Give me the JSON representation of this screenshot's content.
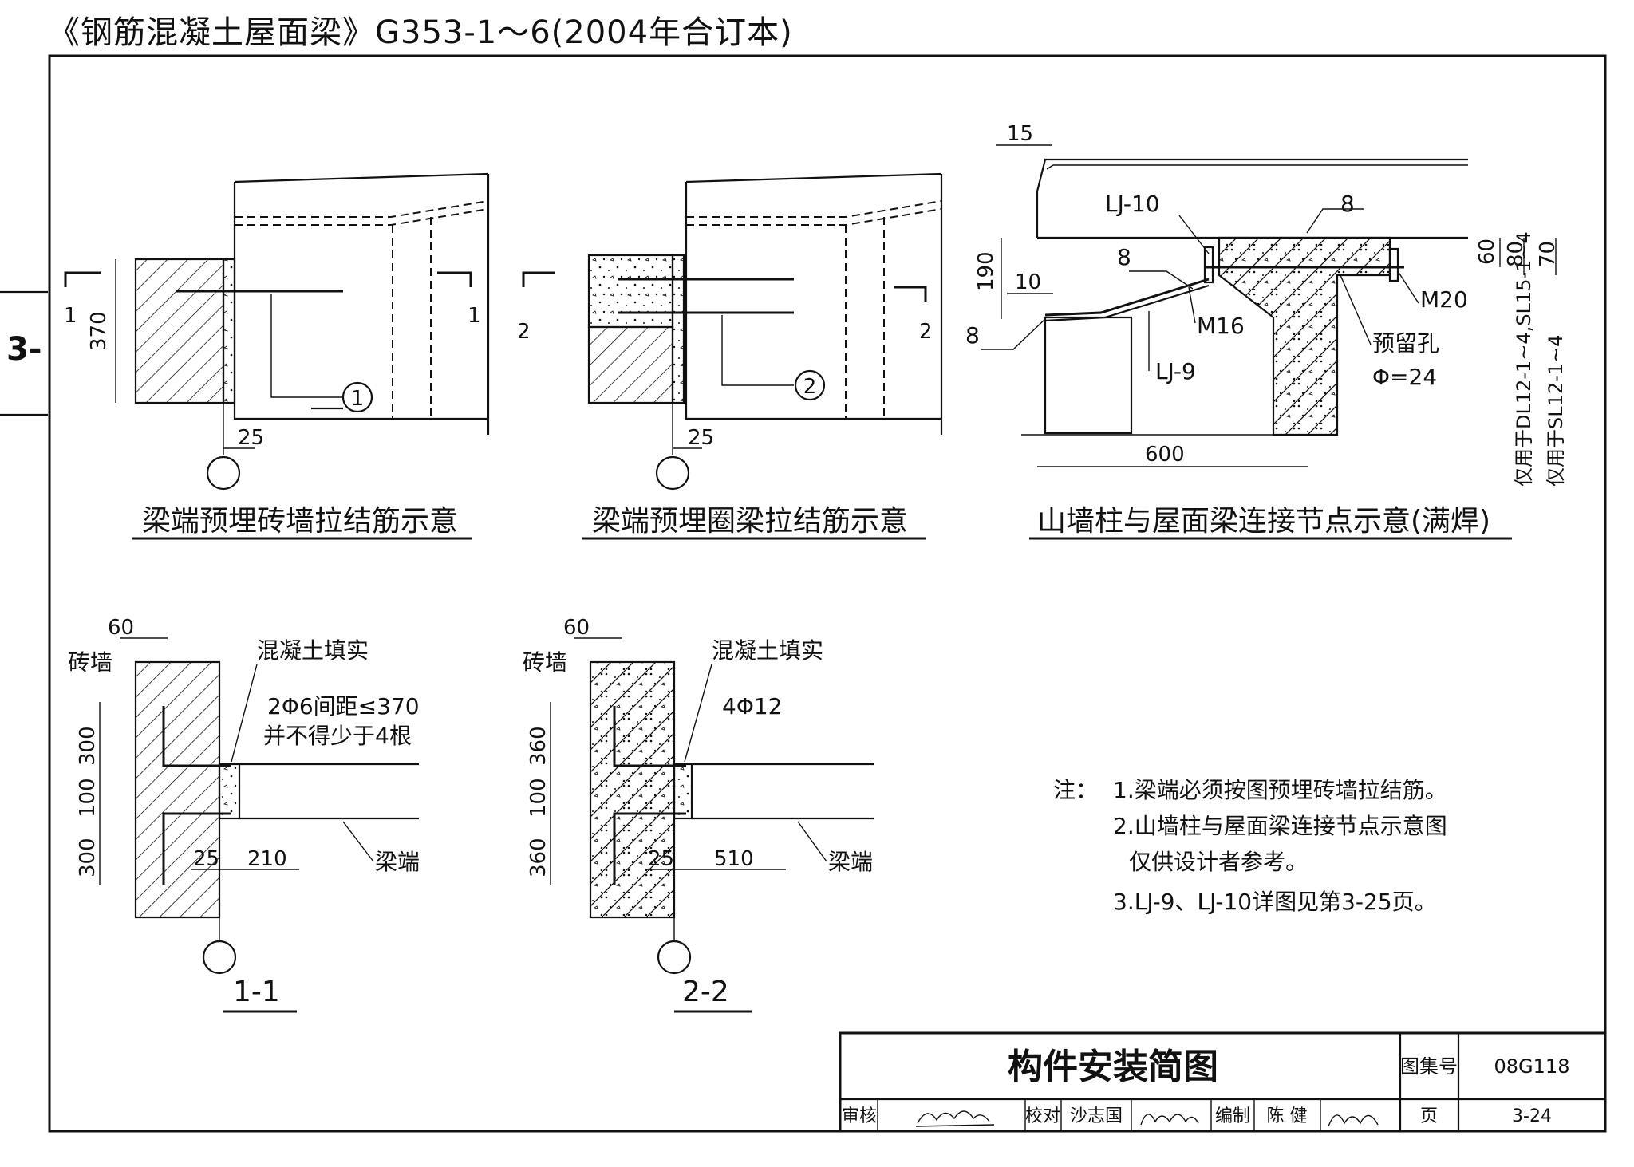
{
  "header": {
    "title": "《钢筋混凝土屋面梁》G353-1～6(2004年合订本)",
    "margin_label": "3-"
  },
  "detail_a": {
    "caption": "梁端预埋砖墙拉结筋示意",
    "section_mark": "1",
    "callout": "1",
    "dim_370": "370",
    "dim_25": "25"
  },
  "detail_b": {
    "caption": "梁端预埋圈梁拉结筋示意",
    "section_mark": "2",
    "callout": "2",
    "dim_25": "25"
  },
  "detail_c": {
    "caption": "山墙柱与屋面梁连接节点示意(满焊)",
    "dim_15": "15",
    "dim_190": "190",
    "dim_10": "10",
    "dim_600": "600",
    "dim_60": "60",
    "dim_80": "80",
    "dim_70": "70",
    "weld_8_top": "8",
    "weld_8_mid": "8",
    "weld_8_left": "8",
    "lj10": "LJ-10",
    "lj9": "LJ-9",
    "m16": "M16",
    "m20": "M20",
    "hole": "预留孔",
    "hole_dia": "Φ=24",
    "use_note_1": "仅用于DL12-1~4,SL15-1~4",
    "use_note_2": "仅用于SL12-1~4"
  },
  "section_1_1": {
    "caption": "1-1",
    "dim_60": "60",
    "wall": "砖墙",
    "fill": "混凝土填实",
    "rebar": "2Φ6间距≤370",
    "rebar_note": "并不得少于4根",
    "dim_300a": "300",
    "dim_100": "100",
    "dim_300b": "300",
    "dim_25": "25",
    "dim_210": "210",
    "beam_end": "梁端"
  },
  "section_2_2": {
    "caption": "2-2",
    "dim_60": "60",
    "wall": "砖墙",
    "fill": "混凝土填实",
    "rebar": "4Φ12",
    "dim_360a": "360",
    "dim_100": "100",
    "dim_360b": "360",
    "dim_25": "25",
    "dim_510": "510",
    "beam_end": "梁端"
  },
  "notes": {
    "head": "注：",
    "n1": "1.梁端必须按图预埋砖墙拉结筋。",
    "n2a": "2.山墙柱与屋面梁连接节点示意图",
    "n2b": "仅供设计者参考。",
    "n3": "3.LJ-9、LJ-10详图见第3-25页。"
  },
  "title_block": {
    "title": "构件安装简图",
    "atlas_label": "图集号",
    "atlas_no": "08G118",
    "review": "审核",
    "check": "校对",
    "checker": "沙志国",
    "compile": "编制",
    "compiler": "陈 健",
    "page_label": "页",
    "page_no": "3-24"
  }
}
